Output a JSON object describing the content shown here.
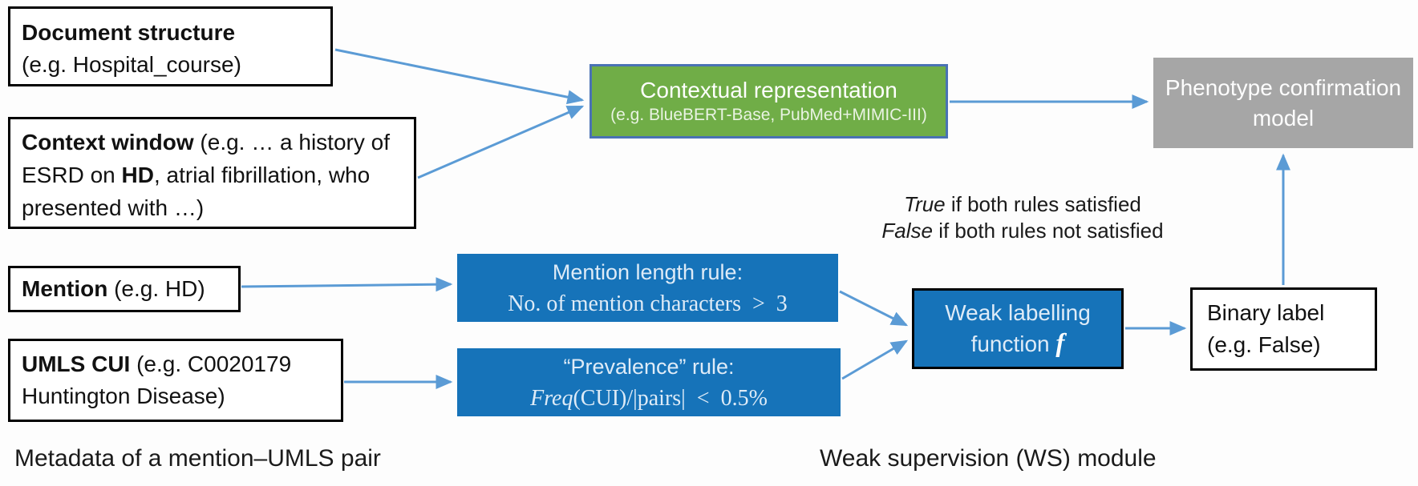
{
  "diagram": {
    "metadata_section": {
      "caption": "Metadata of a mention–UMLS pair",
      "document_structure": {
        "label": "Document structure",
        "example": "(e.g. Hospital_course)"
      },
      "context_window": {
        "label": "Context window",
        "text_1": " (e.g. … a history of ESRD on ",
        "emphasis": "HD",
        "text_2": ", atrial fibrillation, who presented with …)"
      },
      "mention": {
        "label": "Mention",
        "example": " (e.g. HD)"
      },
      "umls_cui": {
        "label": "UMLS CUI",
        "example": " (e.g. C0020179 Huntington Disease)"
      }
    },
    "contextual_representation": {
      "title": "Contextual representation",
      "subtitle": "(e.g. BlueBERT-Base, PubMed+MIMIC-III)"
    },
    "phenotype_model": {
      "title": "Phenotype confirmation model"
    },
    "ws_section": {
      "caption": "Weak supervision (WS) module",
      "mention_length_rule": {
        "title": "Mention length rule:",
        "formula": "No. of mention characters  >  3"
      },
      "prevalence_rule": {
        "title": "“Prevalence” rule:",
        "formula_func": "Freq",
        "formula_rest": "(CUI)/|pairs|  <  0.5%"
      },
      "weak_labelling": {
        "line1": "Weak labelling",
        "line2": "function ",
        "symbol": "f"
      },
      "annotation": {
        "line1_italic": "True",
        "line1_rest": " if both rules satisfied",
        "line2_italic": "False",
        "line2_rest": " if both rules not satisfied"
      },
      "binary_label": {
        "line1": "Binary label",
        "line2": "(e.g. False)"
      }
    }
  },
  "colors": {
    "arrow": "#5B9BD5",
    "rule_box_fill": "#1673B9",
    "rule_box_text": "#DEEBF7",
    "context_rep_fill": "#70AD47",
    "context_rep_border": "#4a72b4",
    "phenotype_fill": "#A6A6A6",
    "box_border": "#000000"
  }
}
